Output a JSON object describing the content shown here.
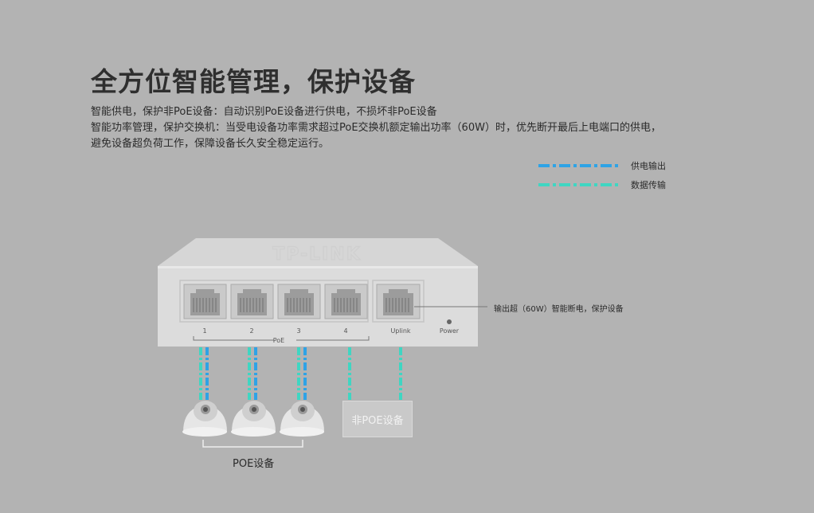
{
  "title": "全方位智能管理，保护设备",
  "desc": [
    "智能供电，保护非PoE设备：自动识别PoE设备进行供电，不损坏非PoE设备",
    "智能功率管理，保护交换机：当受电设备功率需求超过PoE交换机额定输出功率（60W）时，优先断开最后上电端口的供电，",
    "避免设备超负荷工作，保障设备长久安全稳定运行。"
  ],
  "legend": {
    "power": "供电输出",
    "data": "数据传输"
  },
  "switch": {
    "brand": "TP-LINK",
    "ports": [
      "1",
      "2",
      "3",
      "4"
    ],
    "poe_group": "PoE",
    "uplink": "Uplink",
    "power": "Power"
  },
  "callout": "输出超（60W）智能断电，保护设备",
  "non_poe_device": "非POE设备",
  "poe_devices": "POE设备",
  "colors": {
    "power_line": "#2ea3e6",
    "data_line": "#3fd6c2",
    "background": "#b3b3b3"
  }
}
